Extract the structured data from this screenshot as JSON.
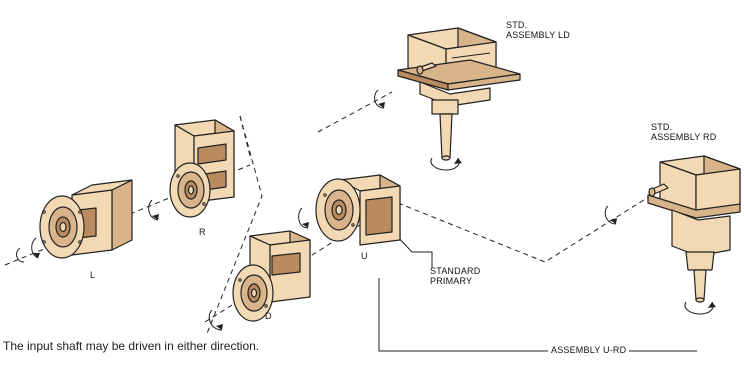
{
  "labels": {
    "std_ld": "STD.\nASSEMBLY LD",
    "std_rd": "STD.\nASSEMBLY RD",
    "std_ld_line1": "STD.",
    "std_ld_line2": "ASSEMBLY LD",
    "std_rd_line1": "STD.",
    "std_rd_line2": "ASSEMBLY RD",
    "l": "L",
    "r": "R",
    "u": "U",
    "d": "D",
    "standard_line1": "STANDARD",
    "standard_line2": "PRIMARY",
    "assembly_urd": "ASSEMBLY U-RD"
  },
  "note": "The input shaft may be driven in either direction.",
  "colors": {
    "body_light": "#f2d9b3",
    "body_mid": "#d9b48a",
    "body_dark": "#b98b5e",
    "line": "#222222"
  }
}
